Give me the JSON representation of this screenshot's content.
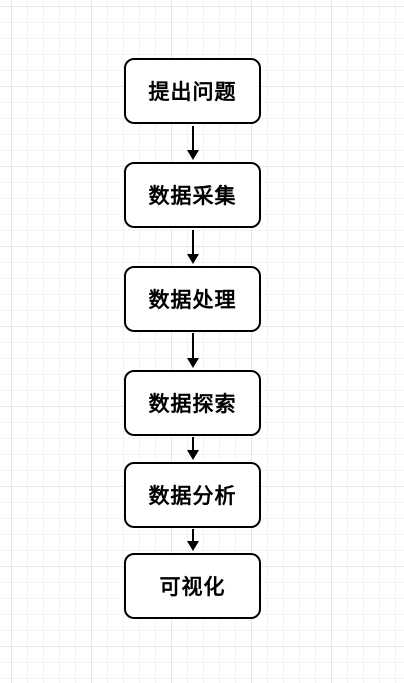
{
  "flowchart": {
    "steps": [
      {
        "label": "提出问题"
      },
      {
        "label": "数据采集"
      },
      {
        "label": "数据处理"
      },
      {
        "label": "数据探索"
      },
      {
        "label": "数据分析"
      },
      {
        "label": "可视化"
      }
    ]
  },
  "colors": {
    "stroke": "#000000",
    "box_fill": "#ffffff",
    "grid_major": "#e6e6e6",
    "grid_minor": "#f3f3f3"
  }
}
